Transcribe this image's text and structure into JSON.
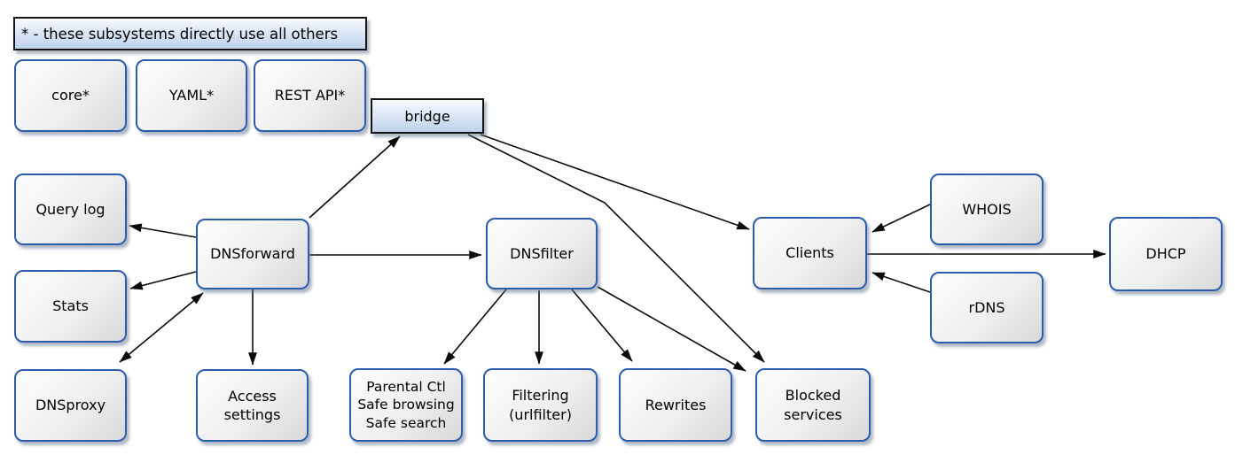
{
  "diagram": {
    "legend": "* - these subsystems directly use all others",
    "colors": {
      "node_border": "#2b5cad",
      "node_fill_top": "#fdfdfd",
      "node_fill_bottom": "#d8d8d8",
      "accent_fill_top": "#f8fafd",
      "accent_fill_bottom": "#bfd2ec",
      "accent_border": "#131313",
      "edge_line": "#0a0a0a",
      "background": "#ffffff"
    },
    "nodes": {
      "core": {
        "label": "core*"
      },
      "yaml": {
        "label": "YAML*"
      },
      "restapi": {
        "label": "REST API*"
      },
      "bridge": {
        "label": "bridge"
      },
      "querylog": {
        "label": "Query log"
      },
      "stats": {
        "label": "Stats"
      },
      "dnsproxy": {
        "label": "DNSproxy"
      },
      "dnsforward": {
        "label": "DNSforward"
      },
      "access": {
        "label": "Access\nsettings"
      },
      "dnsfilter": {
        "label": "DNSfilter"
      },
      "parental": {
        "label": "Parental Ctl\nSafe browsing\nSafe search"
      },
      "filtering": {
        "label": "Filtering\n(urlfilter)"
      },
      "rewrites": {
        "label": "Rewrites"
      },
      "blocked": {
        "label": "Blocked\nservices"
      },
      "clients": {
        "label": "Clients"
      },
      "whois": {
        "label": "WHOIS"
      },
      "rdns": {
        "label": "rDNS"
      },
      "dhcp": {
        "label": "DHCP"
      }
    },
    "edges": [
      {
        "from": "dnsforward",
        "to": "querylog",
        "arrows": "end"
      },
      {
        "from": "dnsforward",
        "to": "stats",
        "arrows": "end"
      },
      {
        "from": "dnsforward",
        "to": "dnsproxy",
        "arrows": "both"
      },
      {
        "from": "dnsforward",
        "to": "access",
        "arrows": "end"
      },
      {
        "from": "dnsforward",
        "to": "bridge",
        "arrows": "end"
      },
      {
        "from": "dnsforward",
        "to": "dnsfilter",
        "arrows": "end"
      },
      {
        "from": "bridge",
        "to": "clients",
        "arrows": "end"
      },
      {
        "from": "bridge",
        "to": "blocked",
        "arrows": "end"
      },
      {
        "from": "dnsfilter",
        "to": "parental",
        "arrows": "end"
      },
      {
        "from": "dnsfilter",
        "to": "filtering",
        "arrows": "end"
      },
      {
        "from": "dnsfilter",
        "to": "rewrites",
        "arrows": "end"
      },
      {
        "from": "dnsfilter",
        "to": "blocked",
        "arrows": "end"
      },
      {
        "from": "whois",
        "to": "clients",
        "arrows": "end"
      },
      {
        "from": "rdns",
        "to": "clients",
        "arrows": "end"
      },
      {
        "from": "clients",
        "to": "dhcp",
        "arrows": "end"
      }
    ]
  }
}
